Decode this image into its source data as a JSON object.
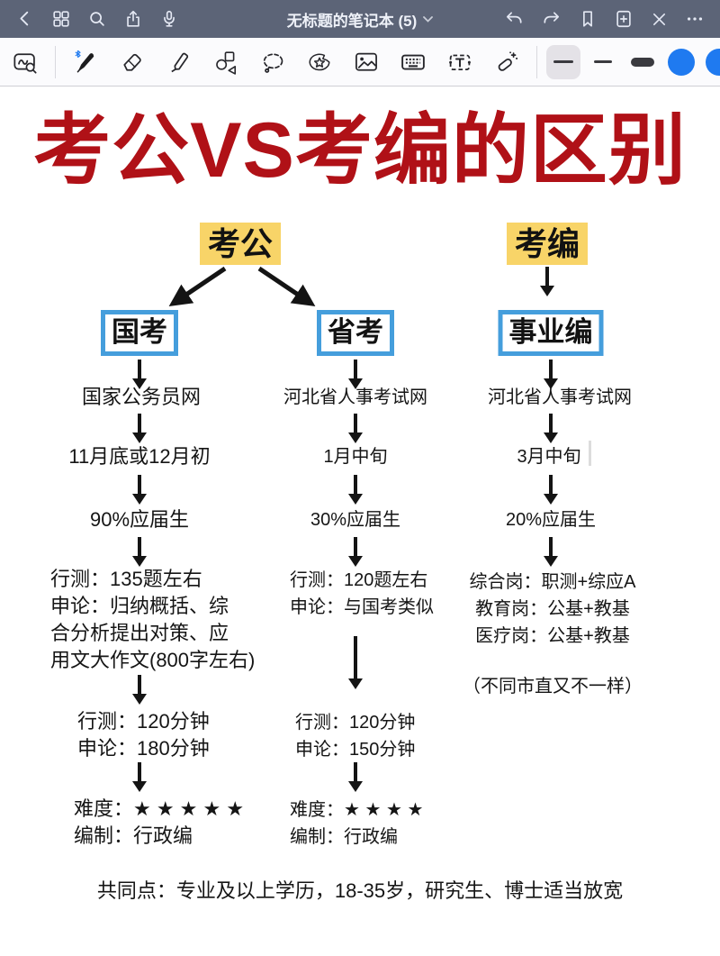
{
  "navbar": {
    "title": "无标题的笔记本 (5)",
    "icons": [
      "back",
      "pages-grid",
      "search",
      "share",
      "microphone",
      "undo",
      "redo",
      "bookmark",
      "add-page",
      "close",
      "more"
    ]
  },
  "toolbar": {
    "tools": [
      "zoom-window",
      "bluetooth-pen",
      "eraser",
      "highlighter",
      "shapes",
      "lasso",
      "sticker",
      "image",
      "keyboard",
      "text",
      "laser-pointer"
    ],
    "stroke_sizes": [
      "thin",
      "medium",
      "thick"
    ],
    "selected_stroke": "thin",
    "color_swatches": [
      "#1f7af0",
      "#1f7af0",
      "#0b0b0d"
    ],
    "selected_color": "#0b0b0d"
  },
  "poster": {
    "title": "考公VS考编的区别",
    "title_color": "#b01117",
    "highlight_color": "#f8d468",
    "box_border_color": "#459edc",
    "roots": [
      {
        "label": "考公"
      },
      {
        "label": "考编"
      }
    ],
    "columns": [
      {
        "box_label": "国考",
        "site": "国家公务员网",
        "date": "11月底或12月初",
        "fresh_rate": "90%应届生",
        "exam_lines": [
          "行测：135题左右",
          "申论：归纳概括、综",
          "合分析提出对策、应",
          "用文大作文(800字左右)"
        ],
        "duration_lines": [
          "行测：120分钟",
          "申论：180分钟"
        ],
        "difficulty": "难度：★ ★ ★ ★ ★",
        "establishment": "编制：行政编"
      },
      {
        "box_label": "省考",
        "site": "河北省人事考试网",
        "date": "1月中旬",
        "fresh_rate": "30%应届生",
        "exam_lines": [
          "行测：120题左右",
          "申论：与国考类似"
        ],
        "duration_lines": [
          "行测：120分钟",
          "申论：150分钟"
        ],
        "difficulty": "难度：★ ★ ★ ★",
        "establishment": "编制：行政编"
      },
      {
        "box_label": "事业编",
        "site": "河北省人事考试网",
        "date": "3月中旬",
        "fresh_rate": "20%应届生",
        "exam_lines": [
          "综合岗：职测+综应A",
          "教育岗：公基+教基",
          "医疗岗：公基+教基"
        ],
        "note": "（不同市直又不一样）"
      }
    ],
    "footer": "共同点：专业及以上学历，18-35岁，研究生、博士适当放宽"
  }
}
